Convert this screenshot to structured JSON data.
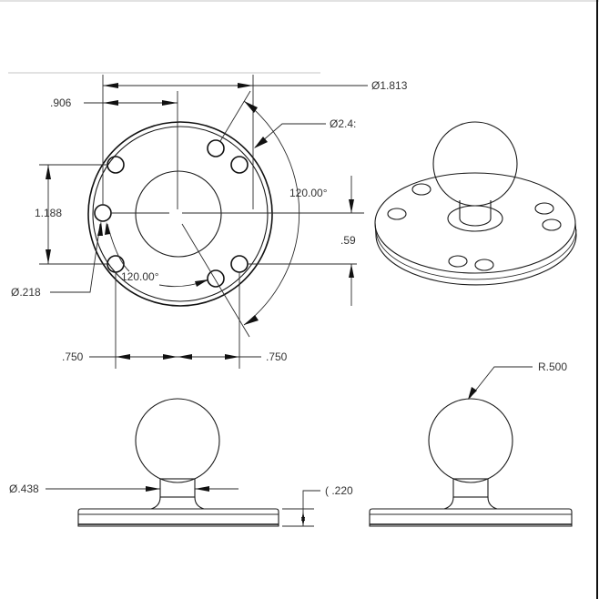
{
  "drawing": {
    "title": "Round ball mount base - technical drawing",
    "views": [
      "top-view",
      "isometric-view",
      "front-view",
      "side-view"
    ],
    "line_color": "#1a1a1a",
    "text_color": "#333333"
  },
  "top_view": {
    "dims": {
      "outer_diameter": "Ø1.813",
      "bolt_circle_diameter": "Ø2.4:",
      "half_width": ".906",
      "hole_spacing_vertical": "1.188",
      "hole_diameter": "Ø.218",
      "angle_right": "120.00°",
      "angle_left": "120.00°",
      "offset_vertical": ".59",
      "hole_spacing_left": ".750",
      "hole_spacing_right": ".750"
    }
  },
  "front_view": {
    "dims": {
      "neck_diameter": "Ø.438",
      "base_thickness": "( .220"
    }
  },
  "side_view": {
    "dims": {
      "ball_radius": "R.500"
    }
  }
}
